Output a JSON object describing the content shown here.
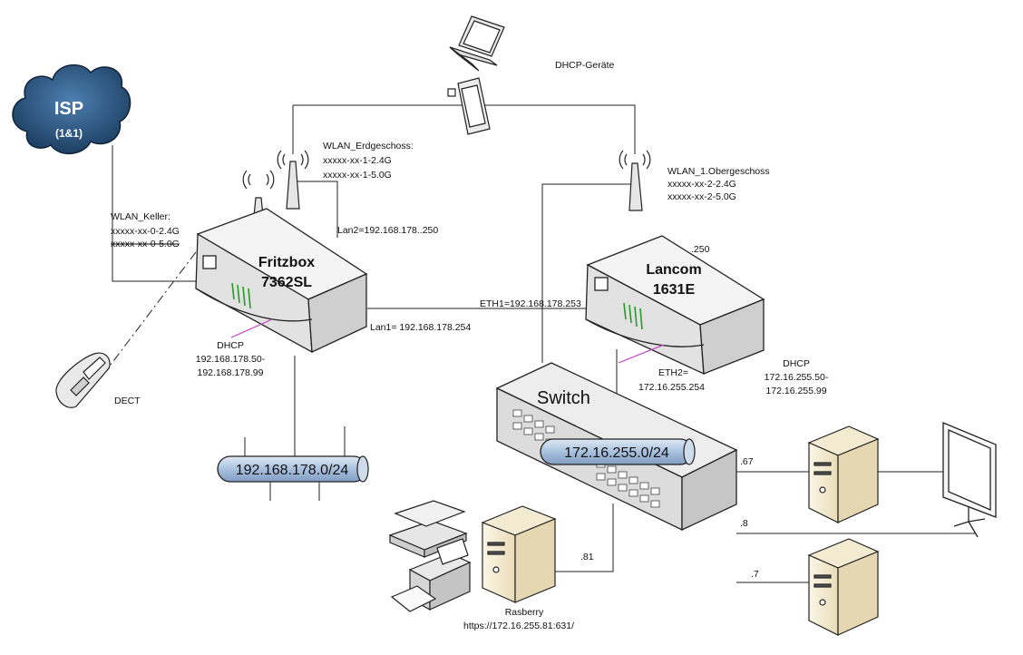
{
  "isp": {
    "title": "ISP",
    "subtitle": "(1&1)"
  },
  "devices": {
    "fritzbox": {
      "line1": "Fritzbox",
      "line2": "7362SL"
    },
    "lancom": {
      "line1": "Lancom",
      "line2": "1631E",
      "addr": ".250"
    },
    "switch": {
      "label": "Switch"
    }
  },
  "labels": {
    "dhcp_devices": "DHCP-Geräte",
    "wlan_eg": [
      "WLAN_Erdgeschoss:",
      "xxxxx-xx-1-2.4G",
      "xxxxx-xx-1-5.0G"
    ],
    "wlan_og": [
      "WLAN_1.Obergeschoss",
      "xxxxx-xx-2-2.4G",
      "xxxxx-xx-2-5.0G"
    ],
    "wlan_keller": [
      "WLAN_Keller:",
      "xxxxx-xx-0-2.4G",
      "xxxxx-xx-0-5.0G"
    ],
    "lan2": "Lan2=192.168.178..250",
    "lan1": "Lan1= 192.168.178.254",
    "eth1": "ETH1=192.168.178.253",
    "eth2": [
      "ETH2=",
      "172.16.255.254"
    ],
    "dhcp_left": [
      "DHCP",
      "192.168.178.50-",
      "192.168.178.99"
    ],
    "dhcp_right": [
      "DHCP",
      "172.16.255.50-",
      "172.16.255.99"
    ],
    "dect": "DECT",
    "rasberry": [
      "Rasberry",
      "https://172.16.255.81:631/"
    ],
    "addr_67": ".67",
    "addr_8": ".8",
    "addr_7": ".7",
    "addr_81": ".81"
  },
  "networks": {
    "left": "192.168.178.0/24",
    "right": "172.16.255.0/24"
  },
  "colors": {
    "cloud": "#2e5a86",
    "pipe": "#b9cce4",
    "accent_green": "#2a9a2a",
    "accent_magenta": "#c040c0"
  },
  "icons": [
    "cloud-icon",
    "laptop-icon",
    "tablet-icon",
    "antenna-icon",
    "router-icon",
    "switch-icon",
    "server-icon",
    "projector-screen-icon",
    "dect-phone-icon",
    "scanner-icon",
    "printer-icon"
  ]
}
